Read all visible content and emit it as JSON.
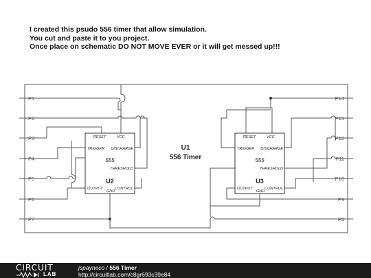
{
  "note": {
    "line1": "I created this psudo 556 timer that allow simulation.",
    "line2": "You cut and paste it to you project.",
    "line3": "Once place on schematic DO NOT MOVE EVER or it will get messed up!!!"
  },
  "schematic": {
    "main": {
      "ref": "U1",
      "name": "556 Timer"
    },
    "left_pins": [
      "P1",
      "P2",
      "P3",
      "P4",
      "P5",
      "P6",
      "P7"
    ],
    "right_pins": [
      "P14",
      "P13",
      "P12",
      "P11",
      "P10",
      "P9",
      "P8"
    ],
    "timers": [
      {
        "ref": "U2",
        "part": "555",
        "reset": "RESET",
        "vcc": "VCC",
        "trigger": "TRIGGER",
        "discharge": "DISCHARGE",
        "threshold": "THRESHOLD",
        "output": "OUTPUT",
        "gnd": "GND",
        "control": "CONTROL"
      },
      {
        "ref": "U3",
        "part": "555",
        "reset": "RESET",
        "vcc": "VCC",
        "trigger": "TRIGGER",
        "discharge": "DISCHARGE",
        "threshold": "THRESHOLD",
        "output": "OUTPUT",
        "gnd": "GND",
        "control": "CONTROL"
      }
    ],
    "colors": {
      "wire": "#555555",
      "box": "#333333",
      "text": "#222222"
    }
  },
  "footer": {
    "logo_top": "CIRCUIT",
    "logo_bottom": "LAB",
    "author": "jspayneco",
    "separator": " / ",
    "title": "556 Timer",
    "url": "http://circuitlab.com/c8gr693c39e84"
  }
}
